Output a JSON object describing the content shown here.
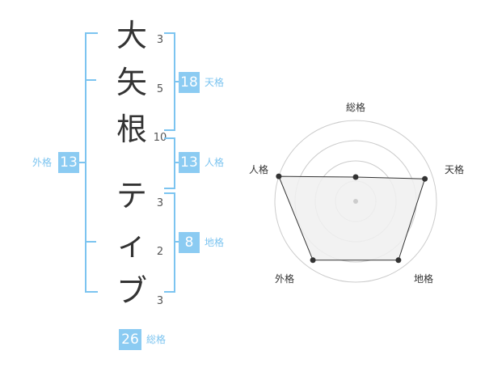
{
  "name_chars": [
    {
      "char": "大",
      "strokes": "3"
    },
    {
      "char": "矢",
      "strokes": "5"
    },
    {
      "char": "根",
      "strokes": "10"
    },
    {
      "char": "テ",
      "strokes": "3"
    },
    {
      "char": "ィ",
      "strokes": "2"
    },
    {
      "char": "ブ",
      "strokes": "3"
    }
  ],
  "kakaku": {
    "tenkaku": {
      "value": "18",
      "label": "天格"
    },
    "jinkaku": {
      "value": "13",
      "label": "人格"
    },
    "chikaku": {
      "value": "8",
      "label": "地格"
    },
    "gaikaku": {
      "value": "13",
      "label": "外格"
    },
    "soukaku": {
      "value": "26",
      "label": "総格"
    }
  },
  "chart_data": {
    "type": "radar",
    "axes": [
      "総格",
      "天格",
      "地格",
      "外格",
      "人格"
    ],
    "values": [
      0.3,
      0.9,
      0.9,
      0.9,
      1.0
    ],
    "max": 1,
    "rings": 4,
    "colors": {
      "fill": "#f0f0f0",
      "line": "#333333",
      "grid": "#cccccc",
      "point": "#333333"
    }
  },
  "colors": {
    "accent": "#8bcbf2",
    "bracket": "#7cc4f0"
  }
}
